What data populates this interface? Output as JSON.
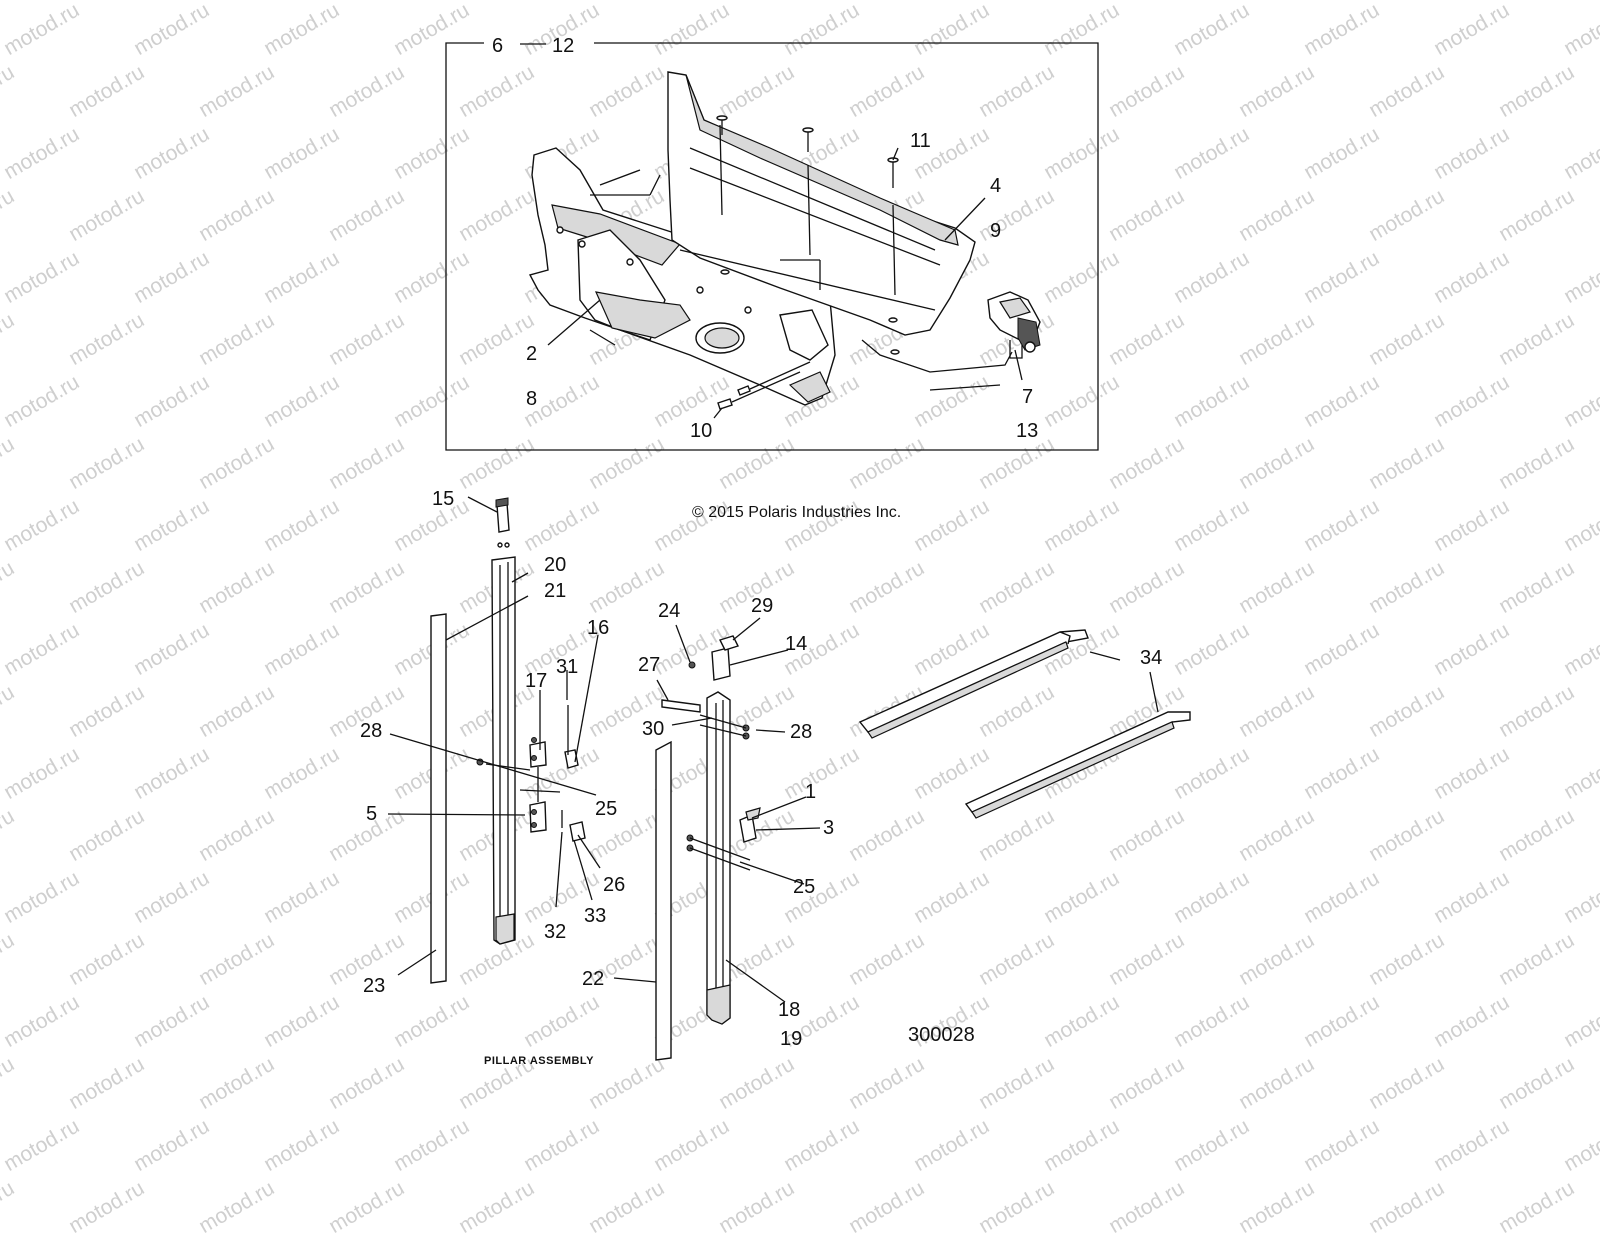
{
  "watermark": "motod.ru",
  "copyright": "© 2015 Polaris Industries Inc.",
  "diagram_id": "300028",
  "section_label": "PILLAR ASSEMBLY",
  "box_header": {
    "left": "6",
    "right": "12"
  },
  "callouts": {
    "c1": "1",
    "c2": "2",
    "c3": "3",
    "c4": "4",
    "c5": "5",
    "c7": "7",
    "c8": "8",
    "c9": "9",
    "c10": "10",
    "c11": "11",
    "c13": "13",
    "c14": "14",
    "c15": "15",
    "c16": "16",
    "c17": "17",
    "c18": "18",
    "c19": "19",
    "c20": "20",
    "c21": "21",
    "c22": "22",
    "c23": "23",
    "c24": "24",
    "c25a": "25",
    "c25b": "25",
    "c26": "26",
    "c27": "27",
    "c28a": "28",
    "c28b": "28",
    "c29": "29",
    "c30": "30",
    "c31": "31",
    "c32": "32",
    "c33": "33",
    "c34": "34"
  }
}
